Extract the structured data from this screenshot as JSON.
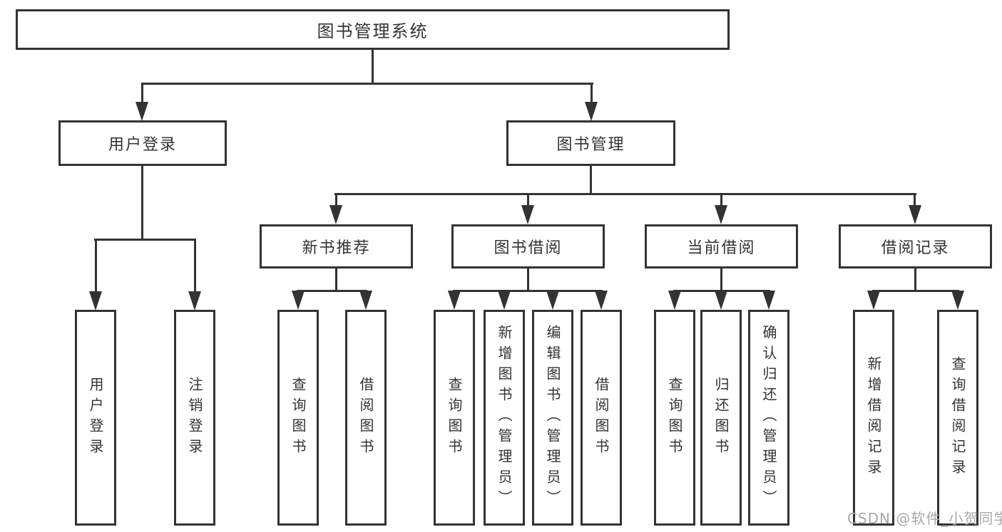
{
  "root": {
    "label": "图书管理系统"
  },
  "level2": [
    {
      "label": "用户登录"
    },
    {
      "label": "图书管理"
    }
  ],
  "level3": [
    {
      "label": "新书推荐"
    },
    {
      "label": "图书借阅"
    },
    {
      "label": "当前借阅"
    },
    {
      "label": "借阅记录"
    }
  ],
  "leaves": {
    "login": [
      "用户登录",
      "注销登录"
    ],
    "recommend": [
      "查询图书",
      "借阅图书"
    ],
    "borrow": [
      "查询图书",
      "新增图书（管理员）",
      "编辑图书（管理员）",
      "借阅图书"
    ],
    "current": [
      "查询图书",
      "归还图书",
      "确认归还（管理员）"
    ],
    "records": [
      "新增借阅记录",
      "查询借阅记录"
    ]
  },
  "watermark": "CSDN @软件_小贺同学",
  "colors": {
    "line": "#333333",
    "text": "#333333",
    "background": "#ffffff",
    "watermark": "#a8a8a8"
  }
}
